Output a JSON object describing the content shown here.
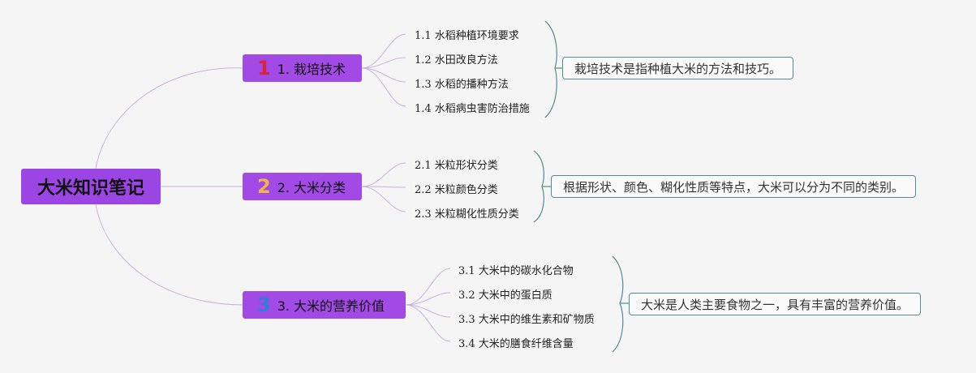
{
  "root": {
    "title": "大米知识笔记"
  },
  "branches": [
    {
      "marker": "1",
      "marker_color": "#d9223b",
      "label": "1. 栽培技术",
      "leaves": [
        "1.1 水稻种植环境要求",
        "1.2 水田改良方法",
        "1.3 水稻的播种方法",
        "1.4 水稻病虫害防治措施"
      ],
      "summary": "栽培技术是指种植大米的方法和技巧。"
    },
    {
      "marker": "2",
      "marker_color": "#f2b640",
      "label": "2. 大米分类",
      "leaves": [
        "2.1 米粒形状分类",
        "2.2 米粒颜色分类",
        "2.3 米粒糊化性质分类"
      ],
      "summary": "根据形状、颜色、糊化性质等特点，大米可以分为不同的类别。"
    },
    {
      "marker": "3",
      "marker_color": "#2f7fd6",
      "label": "3. 大米的营养价值",
      "leaves": [
        "3.1 大米中的碳水化合物",
        "3.2 大米中的蛋白质",
        "3.3 大米中的维生素和矿物质",
        "3.4 大米的膳食纤维含量"
      ],
      "summary": "大米是人类主要食物之一，具有丰富的营养价值。"
    }
  ],
  "colors": {
    "node_fill": "#a24ae6",
    "root_fill": "#9b45e4",
    "connector": "#c9b3de",
    "bracket": "#4f8f87"
  }
}
